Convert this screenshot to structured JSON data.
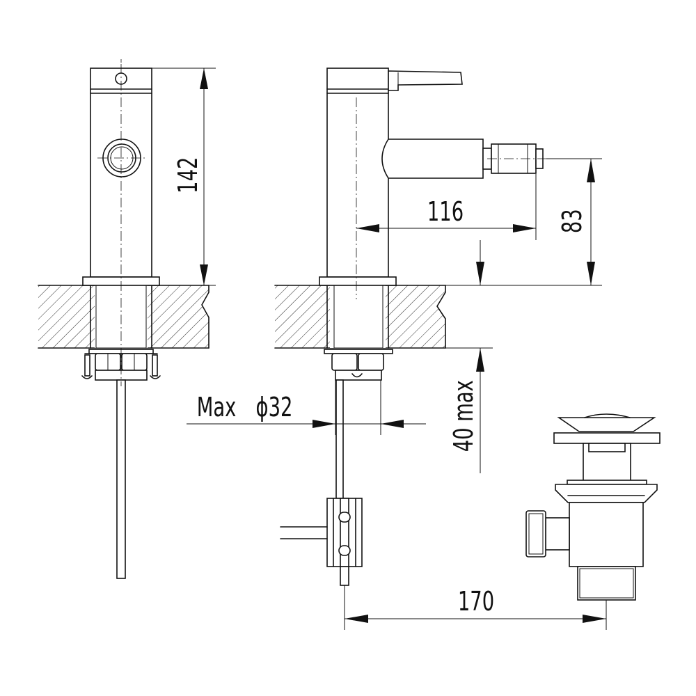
{
  "dimensions": {
    "height_total": "142",
    "spout_reach": "116",
    "spout_height": "83",
    "deck_thickness": "40 max",
    "hole_diameter": "Max",
    "hole_diameter_value": "ϕ32",
    "drain_distance": "170"
  }
}
